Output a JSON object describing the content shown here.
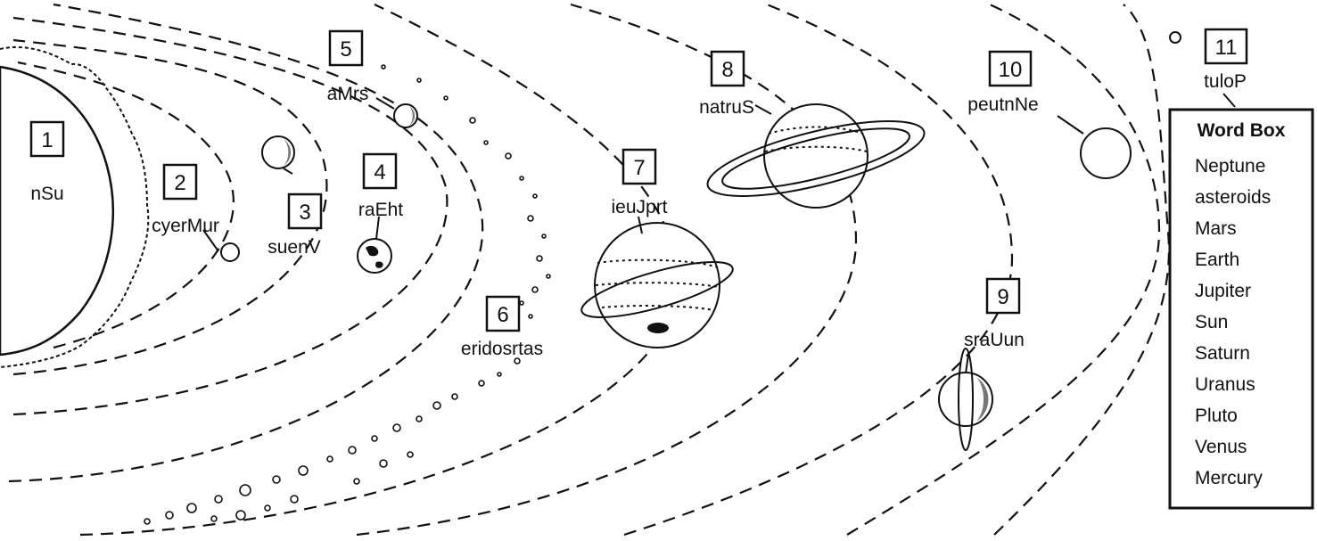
{
  "planets": [
    {
      "number": "1",
      "scrambled": "nSu"
    },
    {
      "number": "2",
      "scrambled": "cyerMur"
    },
    {
      "number": "3",
      "scrambled": "suenV"
    },
    {
      "number": "4",
      "scrambled": "raEht"
    },
    {
      "number": "5",
      "scrambled": "aMrs"
    },
    {
      "number": "6",
      "scrambled": "eridosrtas"
    },
    {
      "number": "7",
      "scrambled": "ieuJprt"
    },
    {
      "number": "8",
      "scrambled": "natruS"
    },
    {
      "number": "9",
      "scrambled": "sraUun"
    },
    {
      "number": "10",
      "scrambled": "peutnNe"
    },
    {
      "number": "11",
      "scrambled": "tuloP"
    }
  ],
  "word_box": {
    "title": "Word Box",
    "words": [
      "Neptune",
      "asteroids",
      "Mars",
      "Earth",
      "Jupiter",
      "Sun",
      "Saturn",
      "Uranus",
      "Pluto",
      "Venus",
      "Mercury"
    ]
  }
}
